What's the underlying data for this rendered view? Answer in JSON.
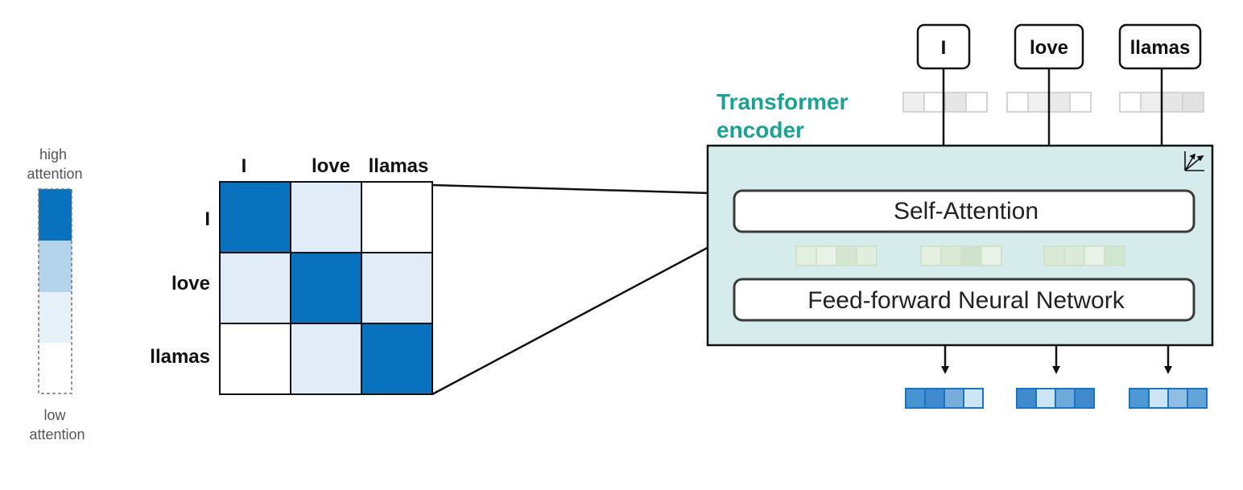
{
  "legend": {
    "high_label_line1": "high",
    "high_label_line2": "attention",
    "low_label_line1": "low",
    "low_label_line2": "attention",
    "colors": [
      "#0872bf",
      "#b3d4eb",
      "#e5f0f9",
      "#ffffff"
    ]
  },
  "attention_matrix": {
    "tokens": [
      "I",
      "love",
      "llamas"
    ],
    "levels": [
      [
        3,
        1,
        0
      ],
      [
        1,
        3,
        1
      ],
      [
        0,
        1,
        3
      ]
    ],
    "level_colors": [
      "#ffffff",
      "#e1ecf8",
      "#b3d4eb",
      "#0872bf"
    ]
  },
  "encoder": {
    "title_line1": "Transformer",
    "title_line2": "encoder",
    "self_attention_label": "Self-Attention",
    "ffnn_label": "Feed-forward Neural Network",
    "background_color": "#d6ecec",
    "input_tokens": [
      "I",
      "love",
      "llamas"
    ],
    "input_vector_cells": [
      [
        "#efefef",
        "#ffffff",
        "#e6e6e6",
        "#ffffff"
      ],
      [
        "#ffffff",
        "#f0f0f0",
        "#e9e9e9",
        "#ffffff"
      ],
      [
        "#ffffff",
        "#eeeeee",
        "#e6e6e6",
        "#e2e2e2"
      ]
    ],
    "intermediate_vector_cells": [
      [
        "#e3efe1",
        "#e8f2e6",
        "#d4e6d2",
        "#e1eedd"
      ],
      [
        "#e5f0e2",
        "#d9e9d6",
        "#cfe3cc",
        "#e9f2e7"
      ],
      [
        "#d9e9d6",
        "#dbeada",
        "#eaf3e8",
        "#d1e6cf"
      ]
    ],
    "output_vector_cells": [
      [
        "#4794d3",
        "#3f8bcd",
        "#77addb",
        "#cbe5f5"
      ],
      [
        "#3f8bcd",
        "#cbe5f5",
        "#6ea9da",
        "#3f8bcd"
      ],
      [
        "#4d98d5",
        "#cbe5f5",
        "#8fbde3",
        "#64a3d8"
      ]
    ]
  }
}
